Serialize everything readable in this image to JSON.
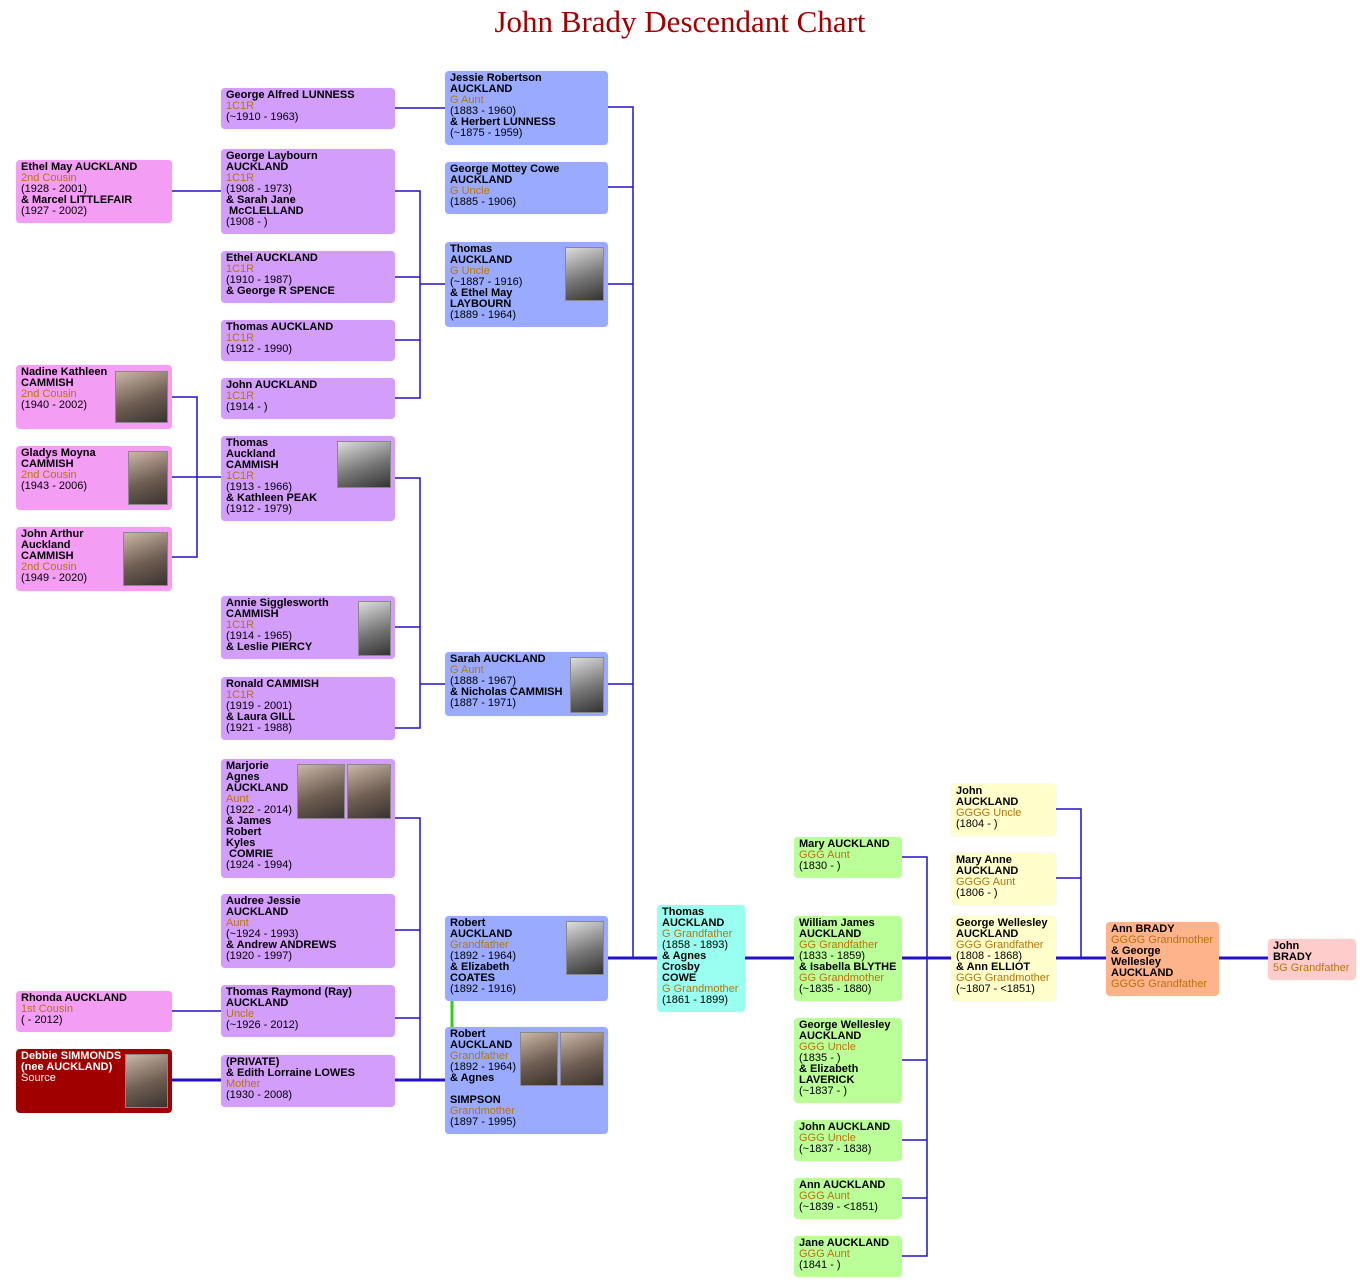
{
  "title": "John Brady Descendant Chart",
  "colors": {
    "line": "#2211cc",
    "spouse_link": "#33cc22",
    "title": "#a00000",
    "cousin": "#f49df4",
    "c1r": "#d29dfb",
    "gen_aunt": "#9aabff",
    "grandparent": "#99fff0",
    "ggg": "#bbff99",
    "gggg": "#ffffcc",
    "ann_brady": "#ffb38a",
    "john_brady": "#ffcccc",
    "source": "#a00000"
  },
  "people": {
    "ethel_may": [
      {
        "t": "Ethel May AUCKLAND",
        "k": "n"
      },
      {
        "t": "2nd Cousin",
        "k": "r"
      },
      {
        "t": "(1928 - 2001)",
        "k": "d"
      },
      {
        "t": "& Marcel LITTLEFAIR",
        "k": "n"
      },
      {
        "t": "(1927 - 2002)",
        "k": "d"
      }
    ],
    "nadine": [
      {
        "t": "Nadine Kathleen",
        "k": "n"
      },
      {
        "t": "CAMMISH",
        "k": "n"
      },
      {
        "t": "2nd Cousin",
        "k": "r"
      },
      {
        "t": "(1940 - 2002)",
        "k": "d"
      }
    ],
    "gladys": [
      {
        "t": "Gladys Moyna",
        "k": "n"
      },
      {
        "t": "CAMMISH",
        "k": "n"
      },
      {
        "t": "2nd Cousin",
        "k": "r"
      },
      {
        "t": "(1943 - 2006)",
        "k": "d"
      }
    ],
    "john_arthur": [
      {
        "t": "John Arthur",
        "k": "n"
      },
      {
        "t": "Auckland",
        "k": "n"
      },
      {
        "t": "CAMMISH",
        "k": "n"
      },
      {
        "t": "2nd Cousin",
        "k": "r"
      },
      {
        "t": "(1949 - 2020)",
        "k": "d"
      }
    ],
    "rhonda": [
      {
        "t": "Rhonda AUCKLAND",
        "k": "n"
      },
      {
        "t": "1st Cousin",
        "k": "r"
      },
      {
        "t": "( - 2012)",
        "k": "d"
      }
    ],
    "debbie": [
      {
        "t": "Debbie SIMMONDS",
        "k": "n"
      },
      {
        "t": "(nee AUCKLAND)",
        "k": "n"
      },
      {
        "t": "Source",
        "k": "r"
      }
    ],
    "george_lunness": [
      {
        "t": "George Alfred LUNNESS",
        "k": "n"
      },
      {
        "t": "1C1R",
        "k": "r"
      },
      {
        "t": "(~1910 - 1963)",
        "k": "d"
      }
    ],
    "george_laybourn": [
      {
        "t": "George Laybourn",
        "k": "n"
      },
      {
        "t": "AUCKLAND",
        "k": "n"
      },
      {
        "t": "1C1R",
        "k": "r"
      },
      {
        "t": "(1908 - 1973)",
        "k": "d"
      },
      {
        "t": "& Sarah Jane",
        "k": "n"
      },
      {
        "t": " McCLELLAND",
        "k": "n"
      },
      {
        "t": "(1908 - )",
        "k": "d"
      }
    ],
    "ethel_auckland": [
      {
        "t": "Ethel AUCKLAND",
        "k": "n"
      },
      {
        "t": "1C1R",
        "k": "r"
      },
      {
        "t": "(1910 - 1987)",
        "k": "d"
      },
      {
        "t": "& George R SPENCE",
        "k": "n"
      }
    ],
    "thomas_auckland_1912": [
      {
        "t": "Thomas AUCKLAND",
        "k": "n"
      },
      {
        "t": "1C1R",
        "k": "r"
      },
      {
        "t": "(1912 - 1990)",
        "k": "d"
      }
    ],
    "john_auckland_1914": [
      {
        "t": "John AUCKLAND",
        "k": "n"
      },
      {
        "t": "1C1R",
        "k": "r"
      },
      {
        "t": "(1914 - )",
        "k": "d"
      }
    ],
    "thomas_cammish": [
      {
        "t": "Thomas",
        "k": "n"
      },
      {
        "t": "Auckland",
        "k": "n"
      },
      {
        "t": "CAMMISH",
        "k": "n"
      },
      {
        "t": "1C1R",
        "k": "r"
      },
      {
        "t": "(1913 - 1966)",
        "k": "d"
      },
      {
        "t": "& Kathleen PEAK",
        "k": "n"
      },
      {
        "t": "(1912 - 1979)",
        "k": "d"
      }
    ],
    "annie_cammish": [
      {
        "t": "Annie Sigglesworth",
        "k": "n"
      },
      {
        "t": "CAMMISH",
        "k": "n"
      },
      {
        "t": "1C1R",
        "k": "r"
      },
      {
        "t": "(1914 - 1965)",
        "k": "d"
      },
      {
        "t": "& Leslie PIERCY",
        "k": "n"
      }
    ],
    "ronald_cammish": [
      {
        "t": "Ronald CAMMISH",
        "k": "n"
      },
      {
        "t": "1C1R",
        "k": "r"
      },
      {
        "t": "(1919 - 2001)",
        "k": "d"
      },
      {
        "t": "& Laura GILL",
        "k": "n"
      },
      {
        "t": "(1921 - 1988)",
        "k": "d"
      }
    ],
    "marjorie": [
      {
        "t": "Marjorie",
        "k": "n"
      },
      {
        "t": "Agnes",
        "k": "n"
      },
      {
        "t": "AUCKLAND",
        "k": "n"
      },
      {
        "t": "Aunt",
        "k": "r"
      },
      {
        "t": "(1922 - 2014)",
        "k": "d"
      },
      {
        "t": "& James",
        "k": "n"
      },
      {
        "t": "Robert",
        "k": "n"
      },
      {
        "t": "Kyles",
        "k": "n"
      },
      {
        "t": " COMRIE",
        "k": "n"
      },
      {
        "t": "(1924 - 1994)",
        "k": "d"
      }
    ],
    "audree": [
      {
        "t": "Audree Jessie",
        "k": "n"
      },
      {
        "t": "AUCKLAND",
        "k": "n"
      },
      {
        "t": "Aunt",
        "k": "r"
      },
      {
        "t": "(~1924 - 1993)",
        "k": "d"
      },
      {
        "t": "& Andrew ANDREWS",
        "k": "n"
      },
      {
        "t": "(1920 - 1997)",
        "k": "d"
      }
    ],
    "ray": [
      {
        "t": "Thomas Raymond (Ray)",
        "k": "n"
      },
      {
        "t": "AUCKLAND",
        "k": "n"
      },
      {
        "t": "Uncle",
        "k": "r"
      },
      {
        "t": "(~1926 - 2012)",
        "k": "d"
      }
    ],
    "private": [
      {
        "t": "(PRIVATE)",
        "k": "n"
      },
      {
        "t": "& Edith Lorraine LOWES",
        "k": "n"
      },
      {
        "t": "Mother",
        "k": "r"
      },
      {
        "t": "(1930 - 2008)",
        "k": "d"
      }
    ],
    "jessie": [
      {
        "t": "Jessie Robertson",
        "k": "n"
      },
      {
        "t": "AUCKLAND",
        "k": "n"
      },
      {
        "t": "G Aunt",
        "k": "r"
      },
      {
        "t": "(1883 - 1960)",
        "k": "d"
      },
      {
        "t": "& Herbert LUNNESS",
        "k": "n"
      },
      {
        "t": "(~1875 - 1959)",
        "k": "d"
      }
    ],
    "george_mottey": [
      {
        "t": "George Mottey Cowe",
        "k": "n"
      },
      {
        "t": "AUCKLAND",
        "k": "n"
      },
      {
        "t": "G Uncle",
        "k": "r"
      },
      {
        "t": "(1885 - 1906)",
        "k": "d"
      }
    ],
    "thomas_g_uncle": [
      {
        "t": "Thomas",
        "k": "n"
      },
      {
        "t": "AUCKLAND",
        "k": "n"
      },
      {
        "t": "G Uncle",
        "k": "r"
      },
      {
        "t": "(~1887 - 1916)",
        "k": "d"
      },
      {
        "t": "& Ethel May",
        "k": "n"
      },
      {
        "t": "LAYBOURN",
        "k": "n"
      },
      {
        "t": "(1889 - 1964)",
        "k": "d"
      }
    ],
    "sarah": [
      {
        "t": "Sarah AUCKLAND",
        "k": "n"
      },
      {
        "t": "G Aunt",
        "k": "r"
      },
      {
        "t": "(1888 - 1967)",
        "k": "d"
      },
      {
        "t": "& Nicholas CAMMISH",
        "k": "n"
      },
      {
        "t": "(1887 - 1971)",
        "k": "d"
      }
    ],
    "robert_1": [
      {
        "t": "Robert",
        "k": "n"
      },
      {
        "t": "AUCKLAND",
        "k": "n"
      },
      {
        "t": "Grandfather",
        "k": "r"
      },
      {
        "t": "(1892 - 1964)",
        "k": "d"
      },
      {
        "t": "& Elizabeth",
        "k": "n"
      },
      {
        "t": "COATES",
        "k": "n"
      },
      {
        "t": "(1892 - 1916)",
        "k": "d"
      }
    ],
    "robert_2": [
      {
        "t": "Robert",
        "k": "n"
      },
      {
        "t": "AUCKLAND",
        "k": "n"
      },
      {
        "t": "Grandfather",
        "k": "r"
      },
      {
        "t": "(1892 - 1964)",
        "k": "d"
      },
      {
        "t": "& Agnes",
        "k": "n"
      },
      {
        "t": " ",
        "k": "d"
      },
      {
        "t": "SIMPSON",
        "k": "n"
      },
      {
        "t": "Grandmother",
        "k": "r"
      },
      {
        "t": "(1897 - 1995)",
        "k": "d"
      }
    ],
    "thomas_g_grandfather": [
      {
        "t": "Thomas",
        "k": "n"
      },
      {
        "t": "AUCKLAND",
        "k": "n"
      },
      {
        "t": "G Grandfather",
        "k": "r"
      },
      {
        "t": "(1858 - 1893)",
        "k": "d"
      },
      {
        "t": "& Agnes",
        "k": "n"
      },
      {
        "t": "Crosby",
        "k": "n"
      },
      {
        "t": "COWE",
        "k": "n"
      },
      {
        "t": "G Grandmother",
        "k": "r"
      },
      {
        "t": "(1861 - 1899)",
        "k": "d"
      }
    ],
    "mary": [
      {
        "t": "Mary AUCKLAND",
        "k": "n"
      },
      {
        "t": "GGG Aunt",
        "k": "r"
      },
      {
        "t": "(1830 - )",
        "k": "d"
      }
    ],
    "william": [
      {
        "t": "William James",
        "k": "n"
      },
      {
        "t": "AUCKLAND",
        "k": "n"
      },
      {
        "t": "GG Grandfather",
        "k": "r"
      },
      {
        "t": "(1833 - 1859)",
        "k": "d"
      },
      {
        "t": "& Isabella BLYTHE",
        "k": "n"
      },
      {
        "t": "GG Grandmother",
        "k": "r"
      },
      {
        "t": "(~1835 - 1880)",
        "k": "d"
      }
    ],
    "george_wellesley_1835": [
      {
        "t": "George Wellesley",
        "k": "n"
      },
      {
        "t": "AUCKLAND",
        "k": "n"
      },
      {
        "t": "GGG Uncle",
        "k": "r"
      },
      {
        "t": "(1835 - )",
        "k": "d"
      },
      {
        "t": "& Elizabeth",
        "k": "n"
      },
      {
        "t": "LAVERICK",
        "k": "n"
      },
      {
        "t": "(~1837 - )",
        "k": "d"
      }
    ],
    "john_1837": [
      {
        "t": "John AUCKLAND",
        "k": "n"
      },
      {
        "t": "GGG Uncle",
        "k": "r"
      },
      {
        "t": "(~1837 - 1838)",
        "k": "d"
      }
    ],
    "ann": [
      {
        "t": "Ann AUCKLAND",
        "k": "n"
      },
      {
        "t": "GGG Aunt",
        "k": "r"
      },
      {
        "t": "(~1839 - <1851)",
        "k": "d"
      }
    ],
    "jane": [
      {
        "t": "Jane AUCKLAND",
        "k": "n"
      },
      {
        "t": "GGG Aunt",
        "k": "r"
      },
      {
        "t": "(1841 - )",
        "k": "d"
      }
    ],
    "john_1804": [
      {
        "t": "John",
        "k": "n"
      },
      {
        "t": "AUCKLAND",
        "k": "n"
      },
      {
        "t": "GGGG Uncle",
        "k": "r"
      },
      {
        "t": "(1804 - )",
        "k": "d"
      }
    ],
    "mary_anne": [
      {
        "t": "Mary Anne",
        "k": "n"
      },
      {
        "t": "AUCKLAND",
        "k": "n"
      },
      {
        "t": "GGGG Aunt",
        "k": "r"
      },
      {
        "t": "(1806 - )",
        "k": "d"
      }
    ],
    "george_wellesley_1808": [
      {
        "t": "George Wellesley",
        "k": "n"
      },
      {
        "t": "AUCKLAND",
        "k": "n"
      },
      {
        "t": "GGG Grandfather",
        "k": "r"
      },
      {
        "t": "(1808 - 1868)",
        "k": "d"
      },
      {
        "t": "& Ann ELLIOT",
        "k": "n"
      },
      {
        "t": "GGG Grandmother",
        "k": "r"
      },
      {
        "t": "(~1807 - <1851)",
        "k": "d"
      }
    ],
    "ann_brady": [
      {
        "t": "Ann BRADY",
        "k": "n"
      },
      {
        "t": "GGGG Grandmother",
        "k": "r"
      },
      {
        "t": "& George",
        "k": "n"
      },
      {
        "t": "Wellesley",
        "k": "n"
      },
      {
        "t": "AUCKLAND",
        "k": "n"
      },
      {
        "t": "GGGG Grandfather",
        "k": "r"
      }
    ],
    "john_brady": [
      {
        "t": "John",
        "k": "n"
      },
      {
        "t": "BRADY",
        "k": "n"
      },
      {
        "t": "5G Grandfather",
        "k": "r"
      }
    ]
  }
}
